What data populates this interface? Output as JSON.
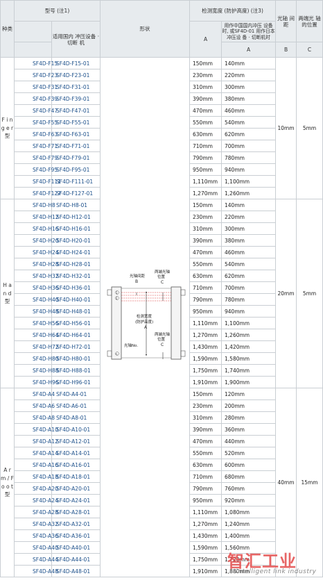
{
  "header": {
    "category": "种类",
    "model": "型号\n(注1)",
    "model_domestic": "适用国内\n冲压设备 · 切断\n机",
    "shape": "形状",
    "detect_width": "检测宽度\n(防护高度)\n(注3)",
    "detect_width_sub": "用作中国国内冲压\n设备时,\n或SF4D-01\n用作日本冲压设\n备 · 切断机时",
    "col_a": "A",
    "col_a2": "A",
    "pitch": "光轴\n间距",
    "pitch_col": "B",
    "end_pos": "两端光\n轴\n的位置",
    "end_col": "C"
  },
  "groups": [
    {
      "label": "F\ni\nn\ng\ne\nr\n型",
      "pitch": "10mm",
      "end": "5mm",
      "rows": [
        {
          "m1": "SF4D-F15",
          "m2": "SF4D-F15-01",
          "a": "150mm",
          "b": "140mm"
        },
        {
          "m1": "SF4D-F23",
          "m2": "SF4D-F23-01",
          "a": "230mm",
          "b": "220mm"
        },
        {
          "m1": "SF4D-F31",
          "m2": "SF4D-F31-01",
          "a": "310mm",
          "b": "300mm"
        },
        {
          "m1": "SF4D-F39",
          "m2": "SF4D-F39-01",
          "a": "390mm",
          "b": "380mm"
        },
        {
          "m1": "SF4D-F47",
          "m2": "SF4D-F47-01",
          "a": "470mm",
          "b": "460mm"
        },
        {
          "m1": "SF4D-F55",
          "m2": "SF4D-F55-01",
          "a": "550mm",
          "b": "540mm"
        },
        {
          "m1": "SF4D-F63",
          "m2": "SF4D-F63-01",
          "a": "630mm",
          "b": "620mm"
        },
        {
          "m1": "SF4D-F71",
          "m2": "SF4D-F71-01",
          "a": "710mm",
          "b": "700mm"
        },
        {
          "m1": "SF4D-F79",
          "m2": "SF4D-F79-01",
          "a": "790mm",
          "b": "780mm"
        },
        {
          "m1": "SF4D-F95",
          "m2": "SF4D-F95-01",
          "a": "950mm",
          "b": "940mm"
        },
        {
          "m1": "SF4D-F111",
          "m2": "SF4D-F111-01",
          "a": "1,110mm",
          "b": "1,100mm"
        },
        {
          "m1": "SF4D-F127",
          "m2": "SF4D-F127-01",
          "a": "1,270mm",
          "b": "1,260mm"
        }
      ]
    },
    {
      "label": "H\na\nn\nd\n型",
      "pitch": "20mm",
      "end": "5mm",
      "rows": [
        {
          "m1": "SF4D-H8",
          "m2": "SF4D-H8-01",
          "a": "150mm",
          "b": "140mm"
        },
        {
          "m1": "SF4D-H12",
          "m2": "SF4D-H12-01",
          "a": "230mm",
          "b": "220mm"
        },
        {
          "m1": "SF4D-H16",
          "m2": "SF4D-H16-01",
          "a": "310mm",
          "b": "300mm"
        },
        {
          "m1": "SF4D-H20",
          "m2": "SF4D-H20-01",
          "a": "390mm",
          "b": "380mm"
        },
        {
          "m1": "SF4D-H24",
          "m2": "SF4D-H24-01",
          "a": "470mm",
          "b": "460mm"
        },
        {
          "m1": "SF4D-H28",
          "m2": "SF4D-H28-01",
          "a": "550mm",
          "b": "540mm"
        },
        {
          "m1": "SF4D-H32",
          "m2": "SF4D-H32-01",
          "a": "630mm",
          "b": "620mm"
        },
        {
          "m1": "SF4D-H36",
          "m2": "SF4D-H36-01",
          "a": "710mm",
          "b": "700mm"
        },
        {
          "m1": "SF4D-H40",
          "m2": "SF4D-H40-01",
          "a": "790mm",
          "b": "780mm"
        },
        {
          "m1": "SF4D-H48",
          "m2": "SF4D-H48-01",
          "a": "950mm",
          "b": "940mm"
        },
        {
          "m1": "SF4D-H56",
          "m2": "SF4D-H56-01",
          "a": "1,110mm",
          "b": "1,100mm"
        },
        {
          "m1": "SF4D-H64",
          "m2": "SF4D-H64-01",
          "a": "1,270mm",
          "b": "1,260mm"
        },
        {
          "m1": "SF4D-H72",
          "m2": "SF4D-H72-01",
          "a": "1,430mm",
          "b": "1,420mm"
        },
        {
          "m1": "SF4D-H80",
          "m2": "SF4D-H80-01",
          "a": "1,590mm",
          "b": "1,580mm"
        },
        {
          "m1": "SF4D-H88",
          "m2": "SF4D-H88-01",
          "a": "1,750mm",
          "b": "1,740mm"
        },
        {
          "m1": "SF4D-H96",
          "m2": "SF4D-H96-01",
          "a": "1,910mm",
          "b": "1,900mm"
        }
      ]
    },
    {
      "label": "A\nr\nm\n/\nF\no\no\nt\n型",
      "pitch": "40mm",
      "end": "15mm",
      "rows": [
        {
          "m1": "SF4D-A4",
          "m2": "SF4D-A4-01",
          "a": "150mm",
          "b": "120mm"
        },
        {
          "m1": "SF4D-A6",
          "m2": "SF4D-A6-01",
          "a": "230mm",
          "b": "200mm"
        },
        {
          "m1": "SF4D-A8",
          "m2": "SF4D-A8-01",
          "a": "310mm",
          "b": "280mm"
        },
        {
          "m1": "SF4D-A10",
          "m2": "SF4D-A10-01",
          "a": "390mm",
          "b": "360mm"
        },
        {
          "m1": "SF4D-A12",
          "m2": "SF4D-A12-01",
          "a": "470mm",
          "b": "440mm"
        },
        {
          "m1": "SF4D-A14",
          "m2": "SF4D-A14-01",
          "a": "550mm",
          "b": "520mm"
        },
        {
          "m1": "SF4D-A16",
          "m2": "SF4D-A16-01",
          "a": "630mm",
          "b": "600mm"
        },
        {
          "m1": "SF4D-A18",
          "m2": "SF4D-A18-01",
          "a": "710mm",
          "b": "680mm"
        },
        {
          "m1": "SF4D-A20",
          "m2": "SF4D-A20-01",
          "a": "790mm",
          "b": "760mm"
        },
        {
          "m1": "SF4D-A24",
          "m2": "SF4D-A24-01",
          "a": "950mm",
          "b": "920mm"
        },
        {
          "m1": "SF4D-A28",
          "m2": "SF4D-A28-01",
          "a": "1,110mm",
          "b": "1,080mm"
        },
        {
          "m1": "SF4D-A32",
          "m2": "SF4D-A32-01",
          "a": "1,270mm",
          "b": "1,240mm"
        },
        {
          "m1": "SF4D-A36",
          "m2": "SF4D-A36-01",
          "a": "1,430mm",
          "b": "1,400mm"
        },
        {
          "m1": "SF4D-A40",
          "m2": "SF4D-A40-01",
          "a": "1,590mm",
          "b": "1,560mm"
        },
        {
          "m1": "SF4D-A44",
          "m2": "SF4D-A44-01",
          "a": "1,750mm",
          "b": "1,720mm"
        },
        {
          "m1": "SF4D-A48",
          "m2": "SF4D-A48-01",
          "a": "1,910mm",
          "b": "1,880mm"
        }
      ]
    }
  ],
  "diagram": {
    "pitch_label": "光轴间距",
    "pitch_letter": "B",
    "end_label_top": "两端光轴\n位置",
    "end_letter_top": "C",
    "width_label": "检测宽度\n(防护高度)",
    "width_letter": "A",
    "axis_no_label": "光轴No.",
    "end_label_bottom": "两端光轴\n位置",
    "end_letter_bottom": "C",
    "n1": "1",
    "n2": "2",
    "nn": "n"
  },
  "watermark": {
    "cn": "智汇工业",
    "en": "Intelligent link industry"
  }
}
